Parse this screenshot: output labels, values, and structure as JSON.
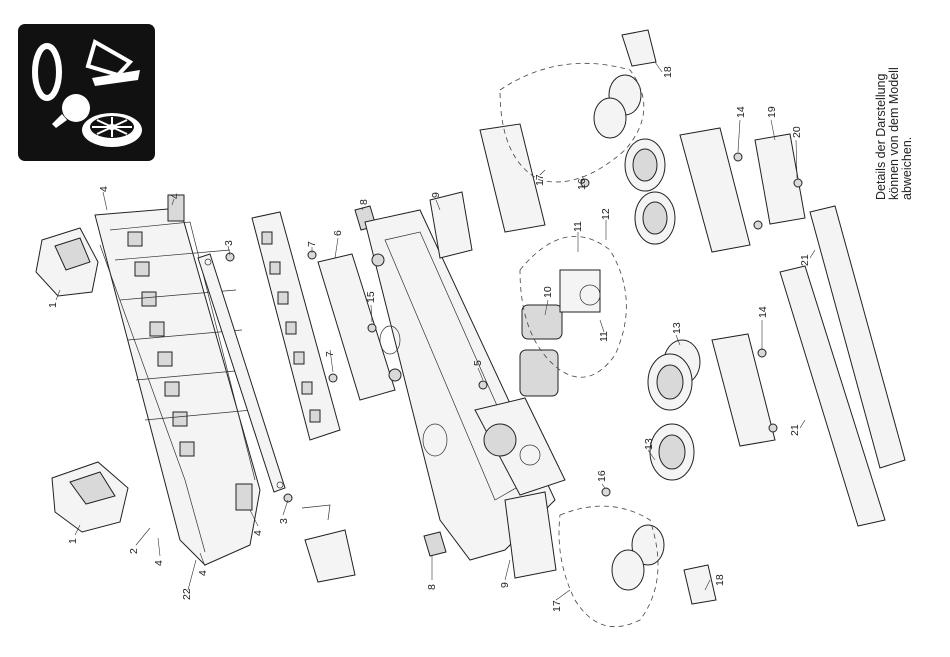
{
  "note": {
    "lines": [
      "Details der Darstellung",
      "können von dem Modell",
      "abweichen."
    ]
  },
  "callouts": {
    "c1a": "1",
    "c1b": "1",
    "c2": "2",
    "c3a": "3",
    "c3b": "3",
    "c4a": "4",
    "c4b": "4",
    "c4c": "4",
    "c4d": "4",
    "c4e": "4",
    "c5": "5",
    "c6": "6",
    "c7a": "7",
    "c7b": "7",
    "c8a": "8",
    "c8b": "8",
    "c9a": "9",
    "c9b": "9",
    "c10": "10",
    "c11a": "11",
    "c11b": "11",
    "c12": "12",
    "c13a": "13",
    "c13b": "13",
    "c14a": "14",
    "c14b": "14",
    "c15": "15",
    "c16a": "16",
    "c16b": "16",
    "c17a": "17",
    "c17b": "17",
    "c18a": "18",
    "c18b": "18",
    "c19": "19",
    "c20": "20",
    "c21a": "21",
    "c21b": "21",
    "c22": "22"
  },
  "icon": {
    "name": "gauge-0-maintenance-icon",
    "background": "#111111"
  }
}
